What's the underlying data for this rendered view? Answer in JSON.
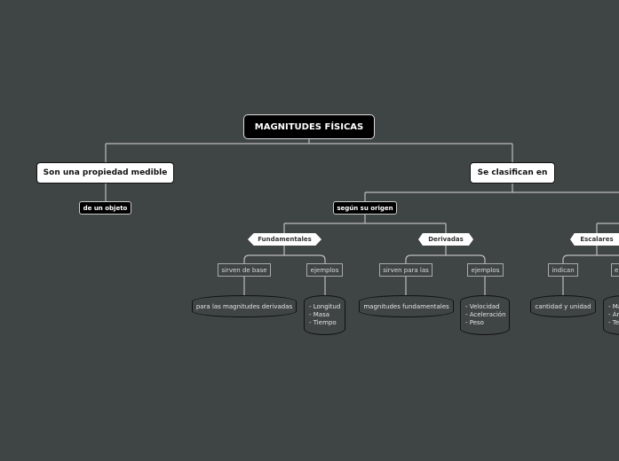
{
  "root": "MAGNITUDES FÍSICAS",
  "left": {
    "title": "Son una propiedad medible",
    "child": "de un objeto"
  },
  "right": {
    "title": "Se clasifican en",
    "child": "según su origen",
    "fundamentales": {
      "label": "Fundamentales",
      "link1": "sirven de base",
      "leaf1": "para las magnitudes derivadas",
      "link2": "ejemplos",
      "items": [
        "- Longitud",
        "- Masa",
        "- Tiempo"
      ]
    },
    "derivadas": {
      "label": "Derivadas",
      "link1": "sirven para las",
      "leaf1": "magnitudes fundamentales",
      "link2": "ejemplos",
      "items": [
        "- Velocidad",
        "- Aceleración",
        "- Peso"
      ]
    },
    "escalares": {
      "label": "Escalares",
      "link1": "indican",
      "leaf1": "cantidad y unidad",
      "link2": "e",
      "items": [
        "- Ma",
        "- Ár",
        "- Te"
      ]
    }
  },
  "colors": {
    "background": "#3f4444",
    "connector": "#bdbdbd"
  }
}
